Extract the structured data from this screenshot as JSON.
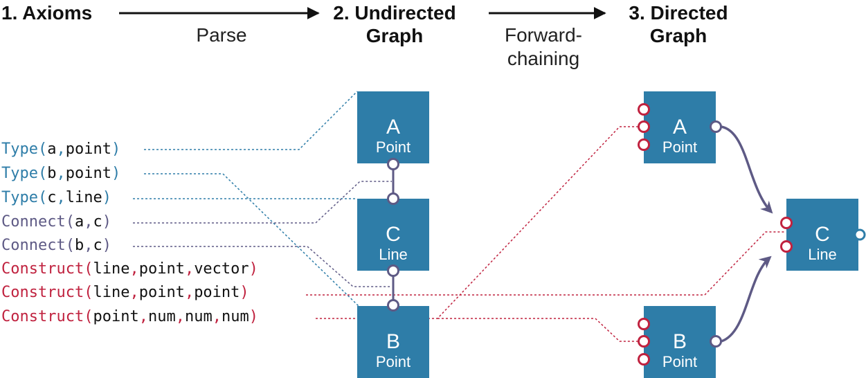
{
  "headers": {
    "axioms": "1. Axioms",
    "undirected": "2. Undirected",
    "undirected_2": "Graph",
    "directed": "3. Directed",
    "directed_2": "Graph"
  },
  "arrows": {
    "parse": "Parse",
    "forward_1": "Forward-",
    "forward_2": "chaining"
  },
  "axioms": [
    {
      "fn": "Type",
      "args": [
        "a",
        "point"
      ]
    },
    {
      "fn": "Type",
      "args": [
        "b",
        "point"
      ]
    },
    {
      "fn": "Type",
      "args": [
        "c",
        "line"
      ]
    },
    {
      "fn": "Connect",
      "args": [
        "a",
        "c"
      ]
    },
    {
      "fn": "Connect",
      "args": [
        "b",
        "c"
      ]
    },
    {
      "fn": "Construct",
      "args": [
        "line",
        "point",
        "vector"
      ]
    },
    {
      "fn": "Construct",
      "args": [
        "line",
        "point",
        "point"
      ]
    },
    {
      "fn": "Construct",
      "args": [
        "point",
        "num",
        "num",
        "num"
      ]
    }
  ],
  "undirected_nodes": [
    {
      "letter": "A",
      "type": "Point"
    },
    {
      "letter": "C",
      "type": "Line"
    },
    {
      "letter": "B",
      "type": "Point"
    }
  ],
  "directed_nodes": [
    {
      "letter": "A",
      "type": "Point"
    },
    {
      "letter": "C",
      "type": "Line"
    },
    {
      "letter": "B",
      "type": "Point"
    }
  ],
  "colors": {
    "type": "#2E7DA8",
    "connect": "#5E5A85",
    "construct": "#C0223F",
    "node": "#2E7DA8",
    "edge": "#5E5A85",
    "text": "#111111"
  }
}
